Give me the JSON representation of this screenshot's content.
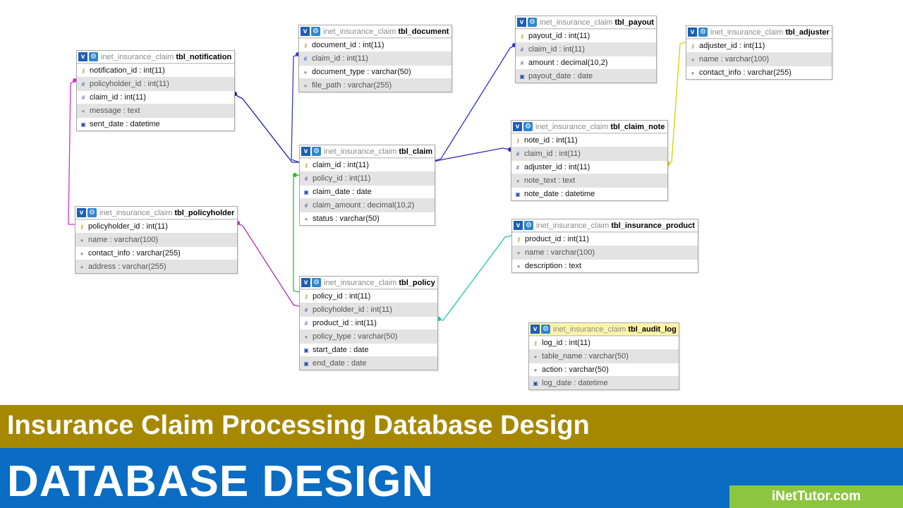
{
  "schema": "inet_insurance_claim",
  "tables": [
    {
      "name": "tbl_notification",
      "highlight": false,
      "columns": [
        {
          "label": "notification_id : int(11)",
          "icon": "key-icon"
        },
        {
          "label": "policyholder_id : int(11)",
          "icon": "numeric-icon"
        },
        {
          "label": "claim_id : int(11)",
          "icon": "numeric-icon"
        },
        {
          "label": "message : text",
          "icon": "text-icon"
        },
        {
          "label": "sent_date : datetime",
          "icon": "date-icon"
        }
      ]
    },
    {
      "name": "tbl_document",
      "highlight": false,
      "columns": [
        {
          "label": "document_id : int(11)",
          "icon": "key-icon"
        },
        {
          "label": "claim_id : int(11)",
          "icon": "numeric-icon"
        },
        {
          "label": "document_type : varchar(50)",
          "icon": "text-icon"
        },
        {
          "label": "file_path : varchar(255)",
          "icon": "text-icon"
        }
      ]
    },
    {
      "name": "tbl_payout",
      "highlight": false,
      "columns": [
        {
          "label": "payout_id : int(11)",
          "icon": "key-icon"
        },
        {
          "label": "claim_id : int(11)",
          "icon": "numeric-icon"
        },
        {
          "label": "amount : decimal(10,2)",
          "icon": "numeric-icon"
        },
        {
          "label": "payout_date : date",
          "icon": "date-icon"
        }
      ]
    },
    {
      "name": "tbl_adjuster",
      "highlight": false,
      "columns": [
        {
          "label": "adjuster_id : int(11)",
          "icon": "key-icon"
        },
        {
          "label": "name : varchar(100)",
          "icon": "text-icon"
        },
        {
          "label": "contact_info : varchar(255)",
          "icon": "text-icon"
        }
      ]
    },
    {
      "name": "tbl_claim",
      "highlight": false,
      "columns": [
        {
          "label": "claim_id : int(11)",
          "icon": "key-icon"
        },
        {
          "label": "policy_id : int(11)",
          "icon": "numeric-icon"
        },
        {
          "label": "claim_date : date",
          "icon": "date-icon"
        },
        {
          "label": "claim_amount : decimal(10,2)",
          "icon": "numeric-icon"
        },
        {
          "label": "status : varchar(50)",
          "icon": "text-icon"
        }
      ]
    },
    {
      "name": "tbl_claim_note",
      "highlight": false,
      "columns": [
        {
          "label": "note_id : int(11)",
          "icon": "key-icon"
        },
        {
          "label": "claim_id : int(11)",
          "icon": "numeric-icon"
        },
        {
          "label": "adjuster_id : int(11)",
          "icon": "numeric-icon"
        },
        {
          "label": "note_text : text",
          "icon": "text-icon"
        },
        {
          "label": "note_date : datetime",
          "icon": "date-icon"
        }
      ]
    },
    {
      "name": "tbl_policyholder",
      "highlight": false,
      "columns": [
        {
          "label": "policyholder_id : int(11)",
          "icon": "key-icon"
        },
        {
          "label": "name : varchar(100)",
          "icon": "text-icon"
        },
        {
          "label": "contact_info : varchar(255)",
          "icon": "text-icon"
        },
        {
          "label": "address : varchar(255)",
          "icon": "text-icon"
        }
      ]
    },
    {
      "name": "tbl_insurance_product",
      "highlight": false,
      "columns": [
        {
          "label": "product_id : int(11)",
          "icon": "key-icon"
        },
        {
          "label": "name : varchar(100)",
          "icon": "text-icon"
        },
        {
          "label": "description : text",
          "icon": "text-icon"
        }
      ]
    },
    {
      "name": "tbl_policy",
      "highlight": false,
      "columns": [
        {
          "label": "policy_id : int(11)",
          "icon": "key-icon"
        },
        {
          "label": "policyholder_id : int(11)",
          "icon": "numeric-icon"
        },
        {
          "label": "product_id : int(11)",
          "icon": "numeric-icon"
        },
        {
          "label": "policy_type : varchar(50)",
          "icon": "text-icon"
        },
        {
          "label": "start_date : date",
          "icon": "date-icon"
        },
        {
          "label": "end_date : date",
          "icon": "date-icon"
        }
      ]
    },
    {
      "name": "tbl_audit_log",
      "highlight": true,
      "columns": [
        {
          "label": "log_id : int(11)",
          "icon": "key-icon"
        },
        {
          "label": "table_name : varchar(50)",
          "icon": "text-icon"
        },
        {
          "label": "action : varchar(50)",
          "icon": "text-icon"
        },
        {
          "label": "log_date : datetime",
          "icon": "date-icon"
        }
      ]
    }
  ],
  "relations": [
    {
      "from": "tbl_notification",
      "to": "tbl_claim",
      "color": "#1a1ab0"
    },
    {
      "from": "tbl_document",
      "to": "tbl_claim",
      "color": "#3a3ad0"
    },
    {
      "from": "tbl_payout",
      "to": "tbl_claim",
      "color": "#3030c8"
    },
    {
      "from": "tbl_claim_note",
      "to": "tbl_claim",
      "color": "#3a28b0"
    },
    {
      "from": "tbl_notification",
      "to": "tbl_policyholder",
      "color": "#cc33cc"
    },
    {
      "from": "tbl_policy",
      "to": "tbl_policyholder",
      "color": "#b030b0"
    },
    {
      "from": "tbl_claim",
      "to": "tbl_policy",
      "color": "#33bb33"
    },
    {
      "from": "tbl_policy",
      "to": "tbl_insurance_product",
      "color": "#22c7a8"
    },
    {
      "from": "tbl_claim_note",
      "to": "tbl_adjuster",
      "color": "#d4d400"
    }
  ],
  "banner": {
    "title": "Insurance Claim Processing Database Design",
    "subtitle": "DATABASE DESIGN",
    "brand": "iNetTutor.com"
  },
  "colors": {
    "title_band": "#a68800",
    "subtitle_band": "#0a6cc2",
    "brand_band": "#8cc640"
  }
}
